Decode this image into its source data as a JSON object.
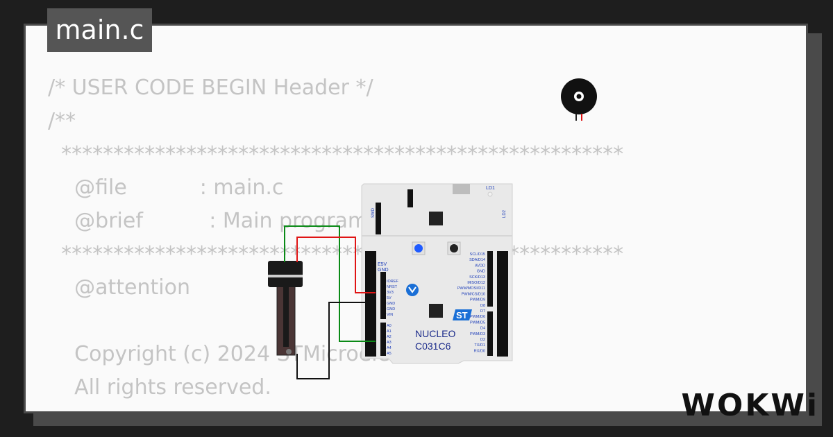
{
  "tab": {
    "filename": "main.c"
  },
  "code_lines": [
    "/* USER CODE BEGIN Header */",
    "/**",
    "  ******************************************************",
    "    @file           : main.c",
    "    @brief          : Main program",
    "  ******************************************************",
    "    @attention",
    "",
    "    Copyright (c) 2024 STMicroelectronics.",
    "    All rights reserved."
  ],
  "board": {
    "name_line1": "NUCLEO",
    "name_line2": "C031C6",
    "label_ld1": "LD1",
    "label_ld2": "LD2",
    "label_swd": "SWD",
    "label_e5v": "E5V",
    "label_gnd": "GND",
    "pins_left_power": [
      "IOREF",
      "NRST",
      "3V3",
      "5V",
      "GND",
      "GND",
      "VIN"
    ],
    "pins_left_analog": [
      "A0",
      "A1",
      "A2",
      "A3",
      "A4",
      "A5"
    ],
    "pins_right": [
      "SCL/D15",
      "SDA/D14",
      "AVDD",
      "GND",
      "SCK/D13",
      "MISO/D12",
      "PWM/MOSI/D11",
      "PWM/CS/D10",
      "PWM/D9",
      "D8",
      "D7",
      "PWM/D6",
      "PWM/D5",
      "D4",
      "PWM/D3",
      "D2",
      "TX/D1",
      "RX/D0"
    ],
    "accent": "#1a3bb8",
    "st_logo_color": "#1a6fd6"
  },
  "brand": "WOKWi"
}
